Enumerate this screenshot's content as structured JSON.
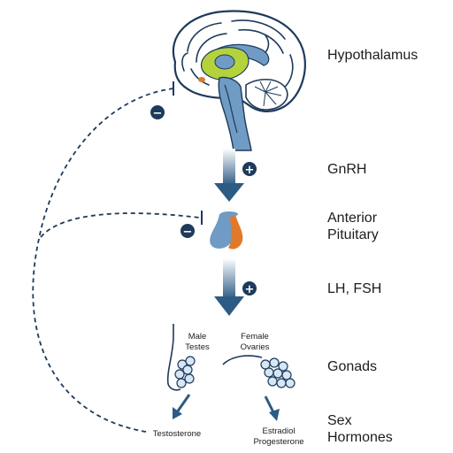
{
  "labels": {
    "hypothalamus": "Hypothalamus",
    "gnrh": "GnRH",
    "anterior": "Anterior",
    "pituitary": "Pituitary",
    "lh_fsh": "LH, FSH",
    "gonads": "Gonads",
    "sex": "Sex",
    "hormones": "Hormones"
  },
  "gonad_labels": {
    "male_line1": "Male",
    "male_line2": "Testes",
    "female_line1": "Female",
    "female_line2": "Ovaries"
  },
  "hormone_labels": {
    "testosterone": "Testosterone",
    "estradiol": "Estradiol",
    "progesterone": "Progesterone"
  },
  "signs": {
    "positive": "+",
    "negative": "−"
  },
  "colors": {
    "brain_blue": "#6f9bc4",
    "dark_navy": "#1e3a5c",
    "hypothalamus_green": "#b4d23c",
    "pituitary_orange": "#e07a2a",
    "arrow_blue": "#2c5b84"
  }
}
